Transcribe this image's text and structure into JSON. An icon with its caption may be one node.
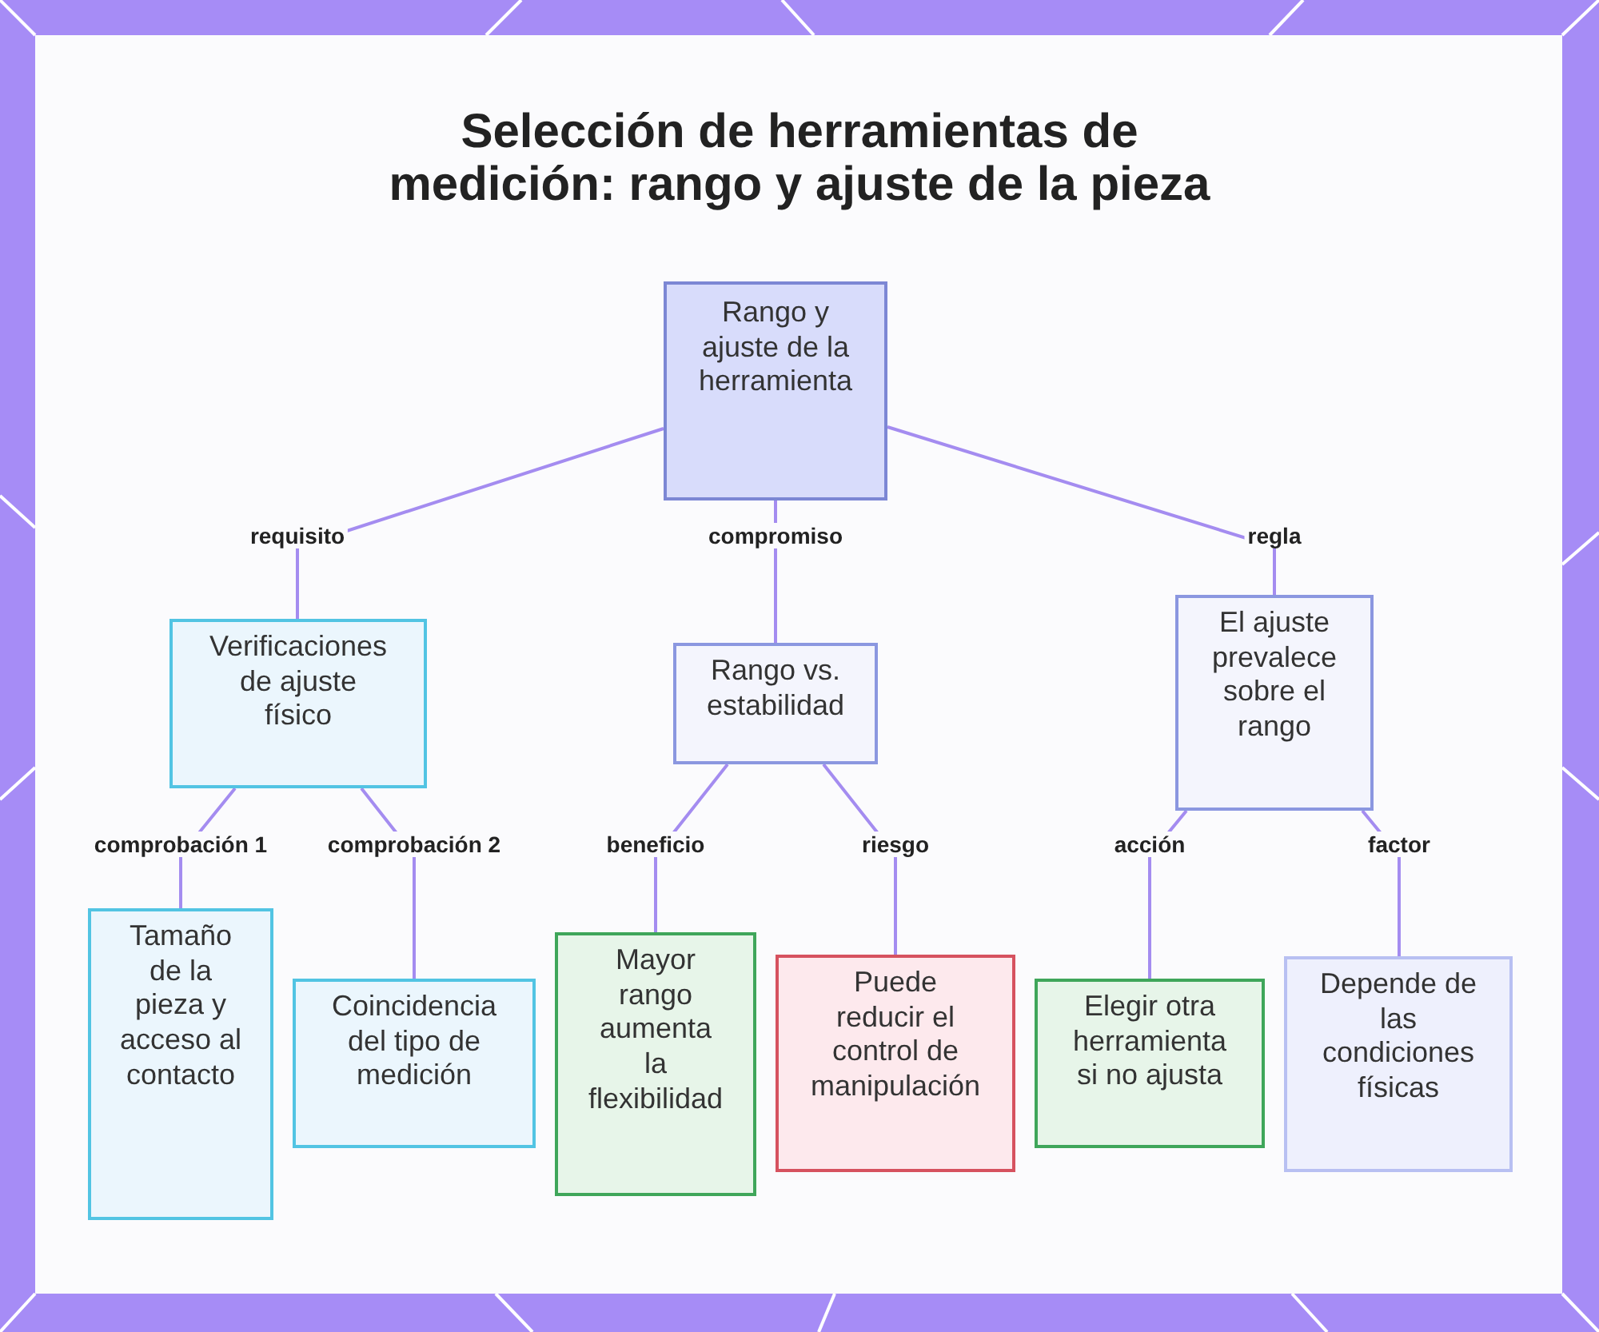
{
  "diagram": {
    "title": "Selección de herramientas de medición: rango y ajuste de la pieza",
    "nodes": [
      {
        "text": [
          "Rango y ajuste de la herramienta"
        ]
      },
      {
        "text": [
          "Verificaciones de ajuste físico"
        ]
      },
      {
        "text": [
          "Rango vs. estabilidad"
        ]
      },
      {
        "text": [
          "El ajuste prevalece sobre el rango"
        ]
      },
      {
        "text": [
          "Tamaño de la pieza y acceso al contacto"
        ]
      },
      {
        "text": [
          "Coincidencia del tipo de medición"
        ]
      },
      {
        "text": [
          "Mayor rango aumenta la flexibilidad"
        ]
      },
      {
        "text": [
          "Puede reducir el control de manipulación"
        ]
      },
      {
        "text": [
          "Elegir otra herramienta si no ajusta"
        ]
      },
      {
        "text": [
          "Depende de las condiciones físicas"
        ]
      }
    ],
    "edges": [
      {
        "from": 0,
        "to": 1,
        "arrow": "none",
        "label": "requisito"
      },
      {
        "from": 0,
        "to": 2,
        "arrow": "none",
        "label": "compromiso"
      },
      {
        "from": 0,
        "to": 3,
        "arrow": "none",
        "label": "regla"
      },
      {
        "from": 1,
        "to": 4,
        "arrow": "none",
        "label": "comprobación 1"
      },
      {
        "from": 1,
        "to": 5,
        "arrow": "none",
        "label": "comprobación 2"
      },
      {
        "from": 2,
        "to": 6,
        "arrow": "none",
        "label": "beneficio"
      },
      {
        "from": 2,
        "to": 7,
        "arrow": "none",
        "label": "riesgo"
      },
      {
        "from": 3,
        "to": 8,
        "arrow": "none",
        "label": "acción"
      },
      {
        "from": 3,
        "to": 9,
        "arrow": "none",
        "label": "factor"
      }
    ]
  }
}
